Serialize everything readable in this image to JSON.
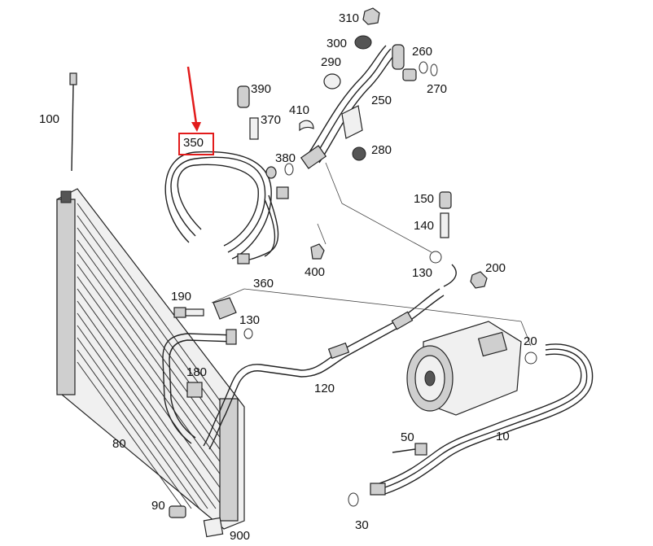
{
  "highlight_color": "#e21b1b",
  "highlighted_part": "350",
  "labels": {
    "p310": "310",
    "p300": "300",
    "p260": "260",
    "p290": "290",
    "p270": "270",
    "p390": "390",
    "p250": "250",
    "p100": "100",
    "p410": "410",
    "p370": "370",
    "p350": "350",
    "p380": "380",
    "p280": "280",
    "p150": "150",
    "p140": "140",
    "p400": "400",
    "p130a": "130",
    "p200": "200",
    "p360": "360",
    "p190": "190",
    "p130b": "130",
    "p20": "20",
    "p180": "180",
    "p120": "120",
    "p80": "80",
    "p10": "10",
    "p50": "50",
    "p90": "90",
    "p30": "30",
    "p900": "900"
  }
}
